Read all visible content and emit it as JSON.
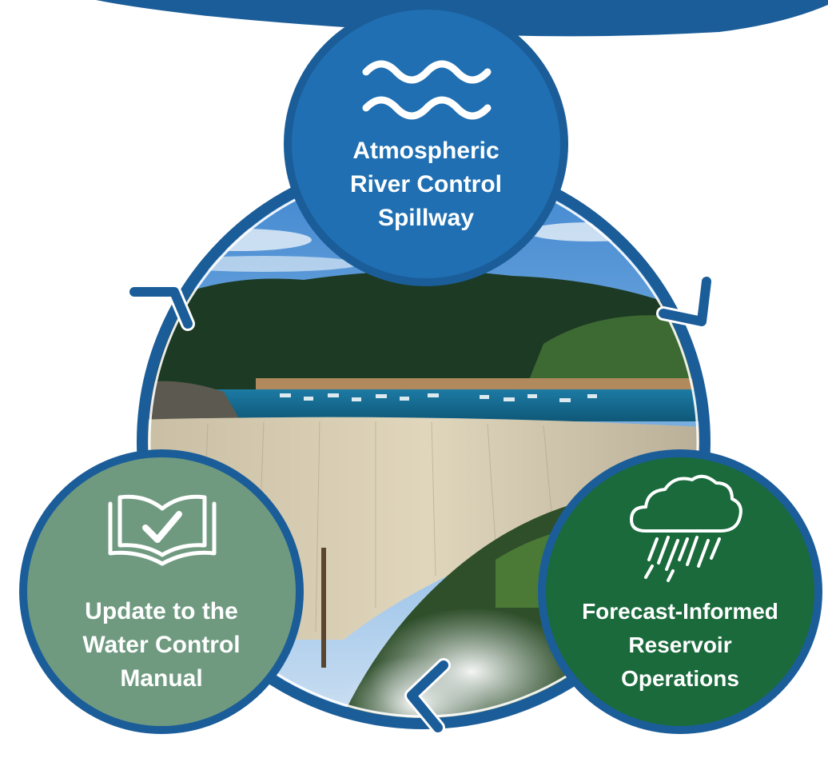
{
  "diagram": {
    "nodes": [
      {
        "id": "top",
        "icon": "waves-icon",
        "color": "#1f6fb2",
        "lines": [
          "Atmospheric",
          "River Control",
          "Spillway"
        ]
      },
      {
        "id": "left",
        "icon": "checked-book-icon",
        "color": "#6f9a80",
        "lines": [
          "Update to the",
          "Water Control",
          "Manual"
        ]
      },
      {
        "id": "right",
        "icon": "rain-cloud-icon",
        "color": "#1a6a3c",
        "lines": [
          "Forecast-Informed",
          "Reservoir",
          "Operations"
        ]
      }
    ],
    "ring_color": "#1b5d99",
    "cycle_direction": "clockwise"
  }
}
